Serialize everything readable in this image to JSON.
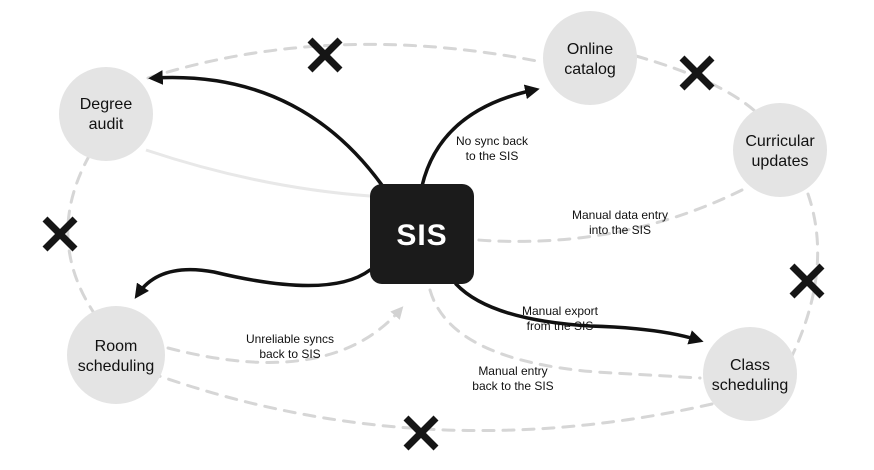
{
  "hub": {
    "label": "SIS"
  },
  "nodes": {
    "degree_audit": {
      "lines": [
        "Degree",
        "audit"
      ]
    },
    "online_catalog": {
      "lines": [
        "Online",
        "catalog"
      ]
    },
    "curricular_updates": {
      "lines": [
        "Curricular",
        "updates"
      ]
    },
    "class_scheduling": {
      "lines": [
        "Class",
        "scheduling"
      ]
    },
    "room_scheduling": {
      "lines": [
        "Room",
        "scheduling"
      ]
    }
  },
  "edge_labels": {
    "no_sync": [
      "No sync back",
      "to the SIS"
    ],
    "manual_data_entry": [
      "Manual data entry",
      "into the SIS"
    ],
    "manual_export": [
      "Manual export",
      "from the SIS"
    ],
    "manual_entry_back": [
      "Manual entry",
      "back to the SIS"
    ],
    "unreliable_syncs": [
      "Unreliable syncs",
      "back to SIS"
    ]
  },
  "colors": {
    "hub_fill": "#1b1b1b",
    "node_fill": "#e4e4e4",
    "arrow": "#111111",
    "dashed": "#d2d2d2",
    "cross": "#151515"
  }
}
